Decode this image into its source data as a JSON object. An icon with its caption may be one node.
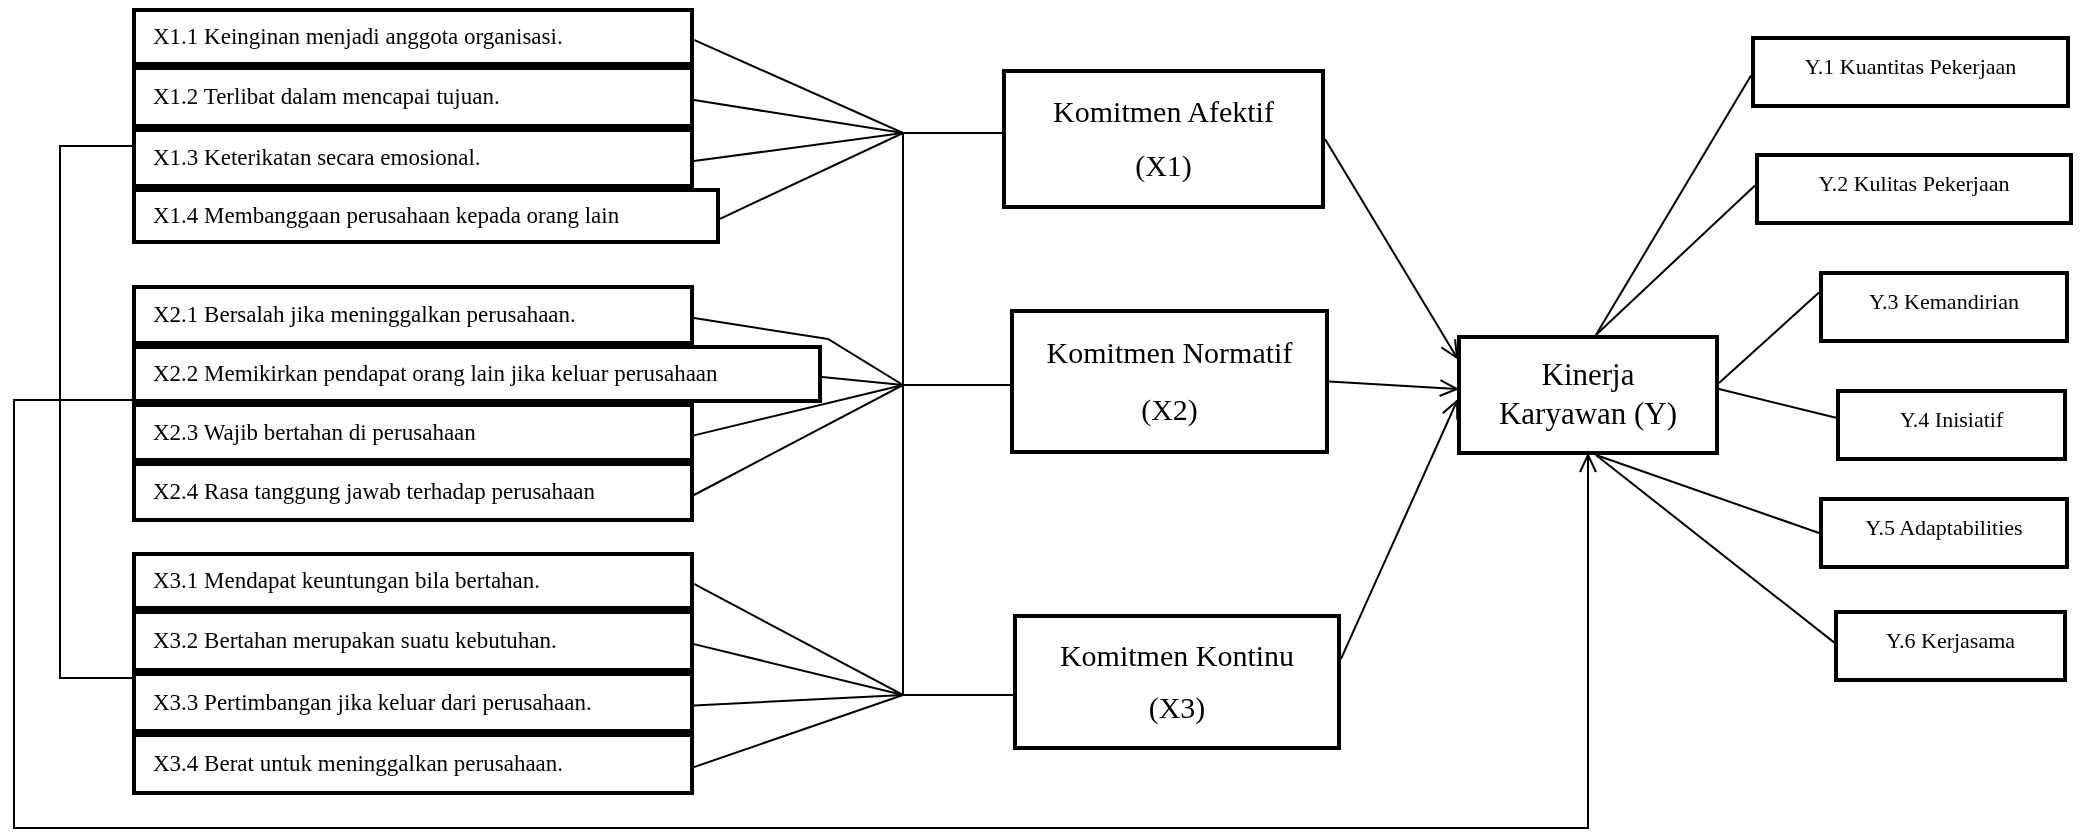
{
  "diagram": {
    "nodes": [
      {
        "text": [
          "X1.1 Keinginan menjadi anggota organisasi."
        ]
      },
      {
        "text": [
          "X1.2 Terlibat dalam mencapai tujuan."
        ]
      },
      {
        "text": [
          "X1.3 Keterikatan secara emosional."
        ]
      },
      {
        "text": [
          "X1.4 Membanggaan perusahaan kepada orang lain"
        ]
      },
      {
        "text": [
          "X2.1 Bersalah jika meninggalkan perusahaan."
        ]
      },
      {
        "text": [
          "X2.2 Memikirkan pendapat orang lain jika keluar perusahaan"
        ]
      },
      {
        "text": [
          "X2.3 Wajib bertahan di perusahaan"
        ]
      },
      {
        "text": [
          "X2.4 Rasa tanggung jawab terhadap perusahaan"
        ]
      },
      {
        "text": [
          "X3.1 Mendapat keuntungan bila bertahan."
        ]
      },
      {
        "text": [
          "X3.2 Bertahan merupakan suatu kebutuhan."
        ]
      },
      {
        "text": [
          "X3.3 Pertimbangan jika keluar dari perusahaan."
        ]
      },
      {
        "text": [
          "X3.4 Berat untuk meninggalkan perusahaan."
        ]
      },
      {
        "text": [
          "Komitmen Afektif",
          "(X1)"
        ]
      },
      {
        "text": [
          "Komitmen Normatif",
          "(X2)"
        ]
      },
      {
        "text": [
          "Komitmen Kontinu",
          "(X3)"
        ]
      },
      {
        "text": [
          "Kinerja Karyawan (Y)"
        ]
      },
      {
        "text": [
          "Y.1 Kuantitas Pekerjaan"
        ]
      },
      {
        "text": [
          "Y.2 Kulitas Pekerjaan"
        ]
      },
      {
        "text": [
          "Y.3 Kemandirian"
        ]
      },
      {
        "text": [
          "Y.4 Inisiatif"
        ]
      },
      {
        "text": [
          "Y.5 Adaptabilities"
        ]
      },
      {
        "text": [
          "Y.6 Kerjasama"
        ]
      }
    ],
    "edges": [
      {
        "from": 0,
        "to": 12,
        "arrow": "none"
      },
      {
        "from": 1,
        "to": 12,
        "arrow": "none"
      },
      {
        "from": 2,
        "to": 12,
        "arrow": "none"
      },
      {
        "from": 3,
        "to": 12,
        "arrow": "none"
      },
      {
        "from": 4,
        "to": 13,
        "arrow": "none"
      },
      {
        "from": 5,
        "to": 13,
        "arrow": "none"
      },
      {
        "from": 6,
        "to": 13,
        "arrow": "none"
      },
      {
        "from": 7,
        "to": 13,
        "arrow": "none"
      },
      {
        "from": 8,
        "to": 14,
        "arrow": "none"
      },
      {
        "from": 9,
        "to": 14,
        "arrow": "none"
      },
      {
        "from": 10,
        "to": 14,
        "arrow": "none"
      },
      {
        "from": 11,
        "to": 14,
        "arrow": "none"
      },
      {
        "from": 12,
        "to": 15,
        "arrow": "to"
      },
      {
        "from": 13,
        "to": 15,
        "arrow": "to"
      },
      {
        "from": 14,
        "to": 15,
        "arrow": "to"
      },
      {
        "from": 15,
        "to": 16,
        "arrow": "none"
      },
      {
        "from": 15,
        "to": 17,
        "arrow": "none"
      },
      {
        "from": 15,
        "to": 18,
        "arrow": "none"
      },
      {
        "from": 15,
        "to": 19,
        "arrow": "none"
      },
      {
        "from": 15,
        "to": 20,
        "arrow": "none"
      },
      {
        "from": 15,
        "to": 21,
        "arrow": "none"
      },
      {
        "from": 2,
        "to": 10,
        "arrow": "none"
      },
      {
        "from": 5,
        "to": 15,
        "arrow": "to"
      }
    ]
  }
}
